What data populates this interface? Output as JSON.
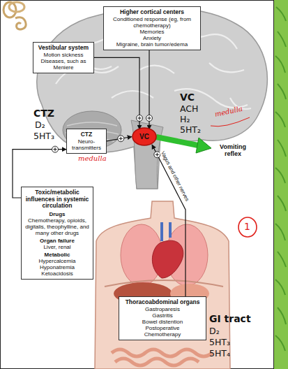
{
  "diagram": {
    "nodes": [
      {
        "text": [
          "Higher cortical centers",
          "Conditioned response (eg, from chemotherapy)",
          "Memories",
          "Anxiety",
          "Migraine, brain tumor/edema"
        ]
      },
      {
        "text": [
          "Vestibular system",
          "Motion sickness",
          "Diseases, such as Meniere"
        ]
      },
      {
        "text": [
          "CTZ",
          "Neuro-transmitters"
        ]
      },
      {
        "text": [
          "VC"
        ]
      },
      {
        "text": [
          "Toxic/metabolic influences in systemic circulation",
          "Drugs",
          "Chemotherapy, opioids, digitalis, theophylline, and many other drugs",
          "Organ failure",
          "Liver, renal",
          "Metabolic",
          "Hypercalcemia Hyponatremia Ketoacidosis"
        ]
      },
      {
        "text": [
          "Thoracoabdominal organs",
          "Gastroparesis",
          "Gastritis",
          "Bowel distention",
          "Postoperative",
          "Chemotherapy"
        ]
      }
    ],
    "edges": [
      {
        "from": 0,
        "to": 3,
        "arrow": "to"
      },
      {
        "from": 1,
        "to": 3,
        "arrow": "to"
      },
      {
        "from": 2,
        "to": 3,
        "arrow": "to"
      },
      {
        "from": 4,
        "to": 2,
        "arrow": "to"
      },
      {
        "from": 5,
        "to": 3,
        "label": "Vagus and other nerves",
        "arrow": "to"
      }
    ],
    "labels": [
      "CTZ",
      "D₂",
      "5HT₃",
      "VC",
      "ACH",
      "H₂",
      "5HT₂",
      "Vomiting reflex",
      "GI tract",
      "D₂",
      "5HT₃",
      "5HT₄",
      "medulla",
      "medulla",
      "1"
    ]
  }
}
